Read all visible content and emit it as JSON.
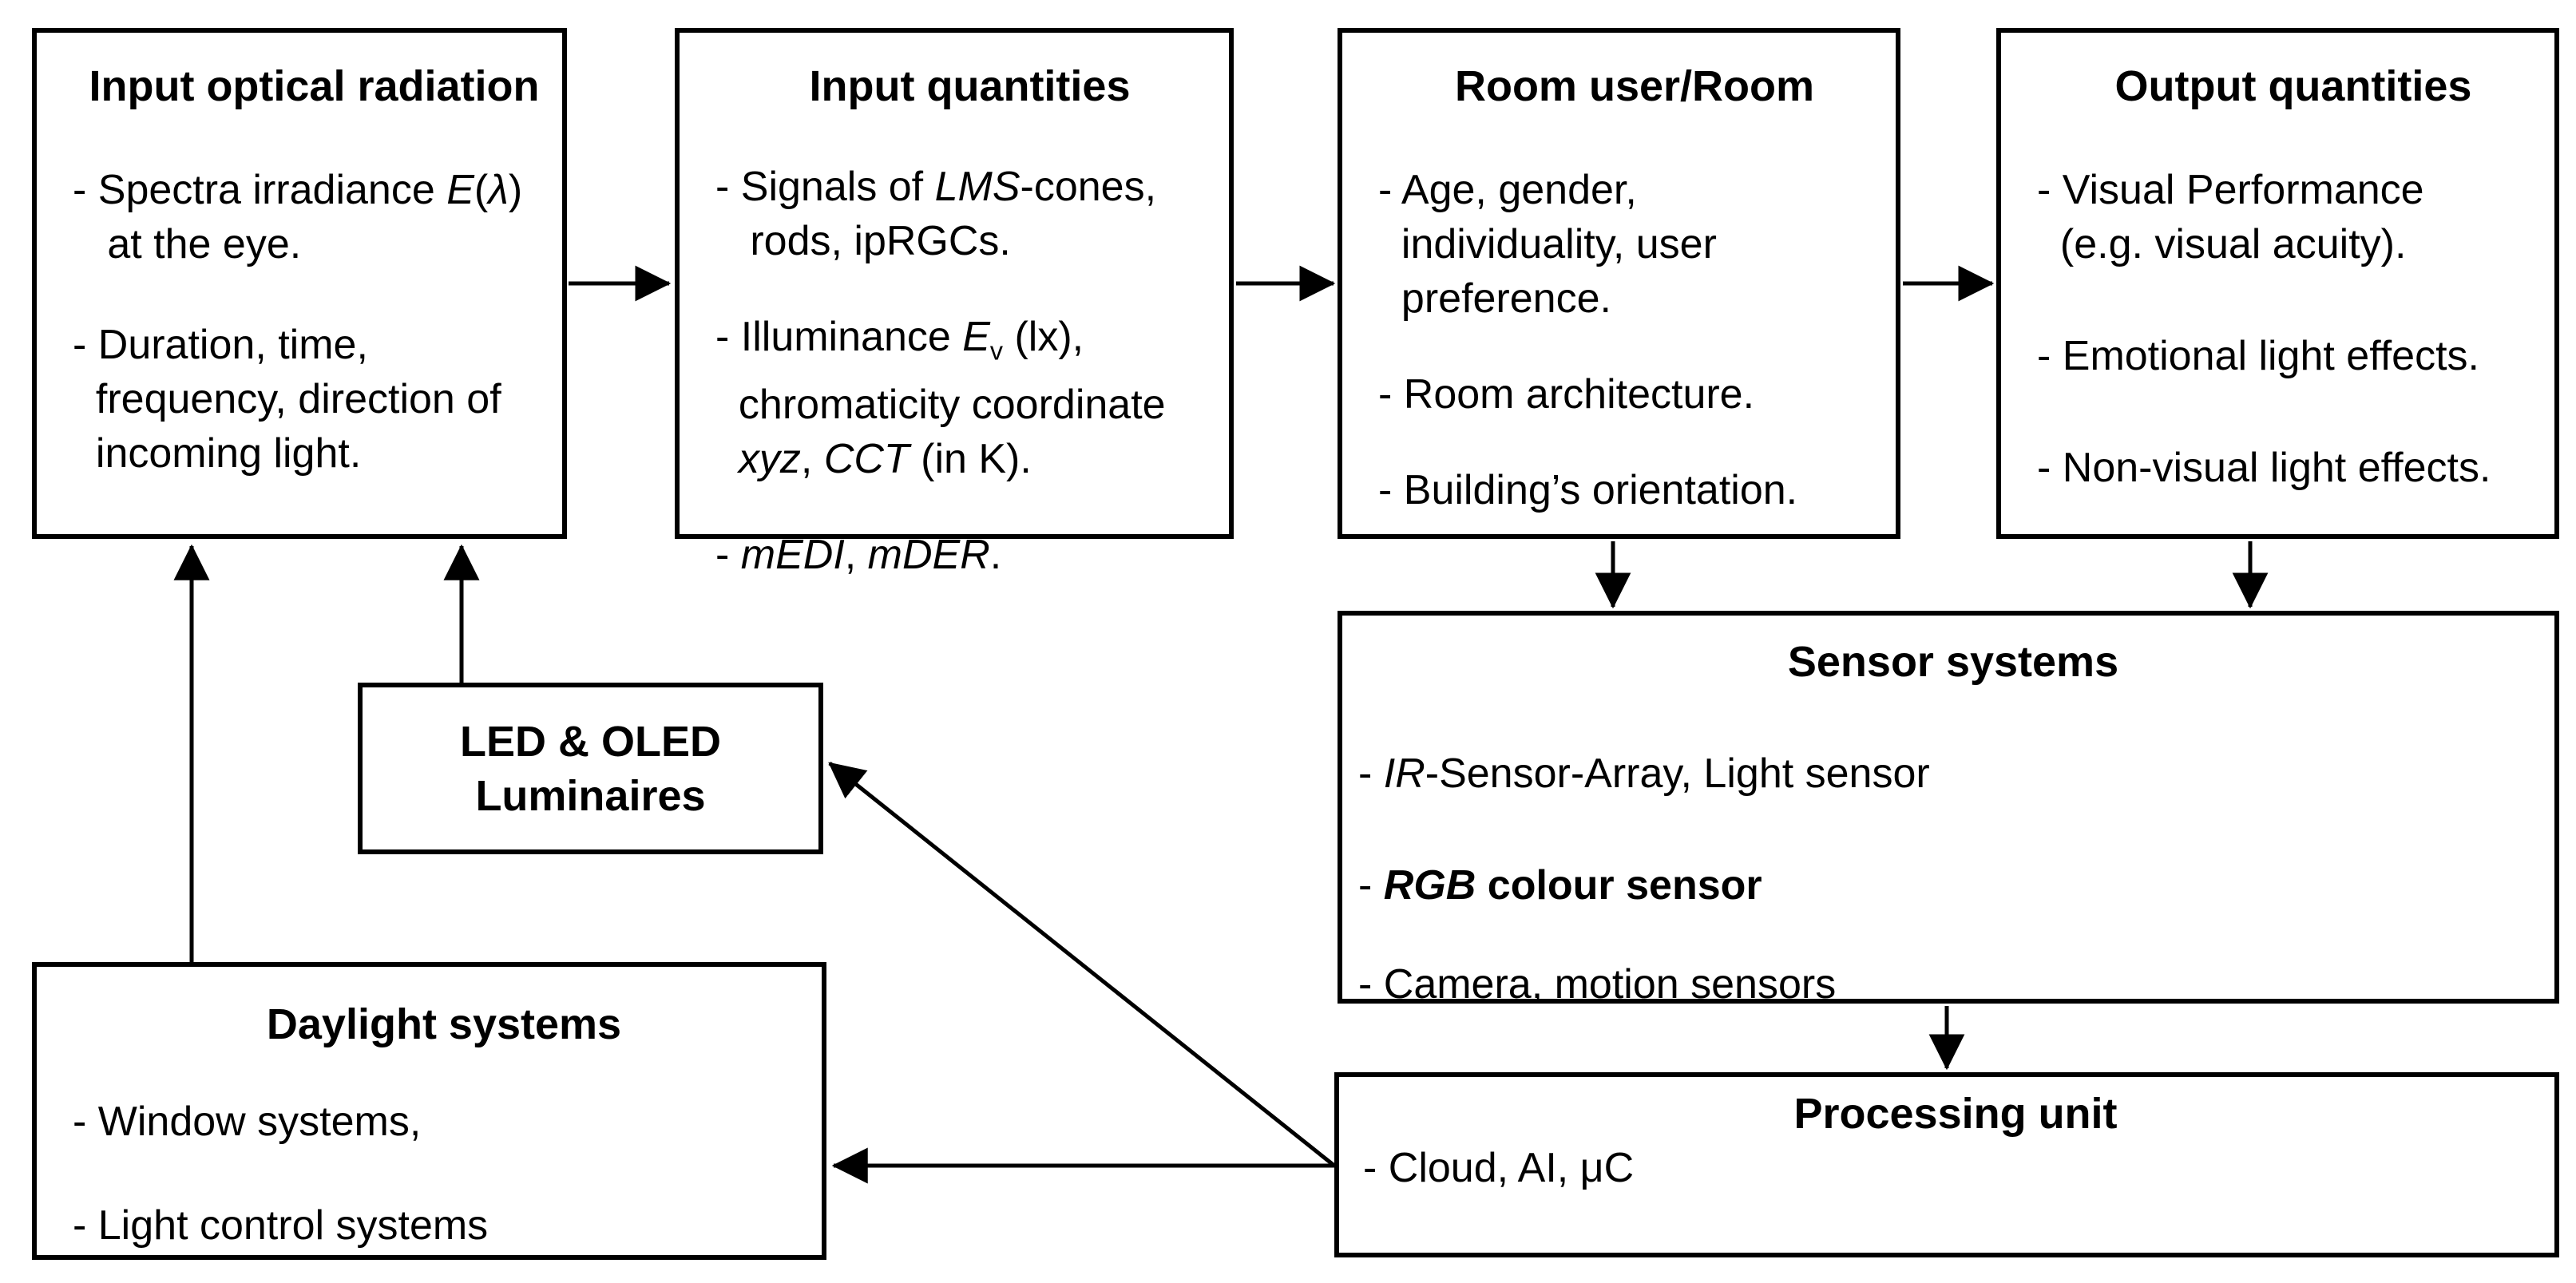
{
  "colors": {
    "background": "#ffffff",
    "line": "#000000",
    "text": "#000000"
  },
  "boxes": {
    "input_optical": {
      "title": "Input optical radiation",
      "items": [
        [
          {
            "t": "- Spectra irradiance "
          },
          {
            "t": "E",
            "i": true
          },
          {
            "t": "("
          },
          {
            "t": "λ",
            "i": true
          },
          {
            "t": ")\n   at the eye."
          }
        ],
        [
          {
            "t": "- Duration, time,\n  frequency, direction of\n  incoming light."
          }
        ]
      ]
    },
    "input_quantities": {
      "title": "Input quantities",
      "items": [
        [
          {
            "t": "- Signals of "
          },
          {
            "t": "LMS",
            "i": true
          },
          {
            "t": "-cones,\n   rods, ipRGCs."
          }
        ],
        [
          {
            "t": "- Illuminance "
          },
          {
            "t": "E",
            "i": true
          },
          {
            "t": "v",
            "sub": true
          },
          {
            "t": " (lx),\n  chromaticity coordinate\n  "
          },
          {
            "t": "xyz",
            "i": true
          },
          {
            "t": ", "
          },
          {
            "t": "CCT",
            "i": true
          },
          {
            "t": " (in K)."
          }
        ],
        [
          {
            "t": "- "
          },
          {
            "t": "mEDI",
            "i": true
          },
          {
            "t": ", "
          },
          {
            "t": "mDER",
            "i": true
          },
          {
            "t": "."
          }
        ]
      ]
    },
    "room_user": {
      "title": "Room user/Room",
      "items": [
        [
          {
            "t": "- Age, gender,\n  individuality, user\n  preference."
          }
        ],
        [
          {
            "t": "- Room architecture."
          }
        ],
        [
          {
            "t": "- Building’s orientation."
          }
        ]
      ]
    },
    "output_quantities": {
      "title": "Output quantities",
      "items": [
        [
          {
            "t": "- Visual Performance\n  (e.g. visual acuity)."
          }
        ],
        [
          {
            "t": "- Emotional light effects."
          }
        ],
        [
          {
            "t": "- Non-visual light effects."
          }
        ]
      ]
    },
    "led_luminaires": {
      "title": "LED & OLED\nLuminaires"
    },
    "sensor_systems": {
      "title": "Sensor systems",
      "items": [
        [
          {
            "t": "- "
          },
          {
            "t": "IR",
            "i": true
          },
          {
            "t": "-Sensor-Array, Light sensor"
          }
        ],
        [
          {
            "t": "- "
          },
          {
            "t": "RGB",
            "b": true,
            "i": true
          },
          {
            "t": " colour sensor",
            "b": true
          }
        ],
        [
          {
            "t": "- Camera, motion sensors"
          }
        ]
      ]
    },
    "daylight_systems": {
      "title": "Daylight systems",
      "items": [
        [
          {
            "t": "- Window systems,"
          }
        ],
        [
          {
            "t": "- Light control systems"
          }
        ]
      ]
    },
    "processing_unit": {
      "title": "Processing unit",
      "items": [
        [
          {
            "t": "- Cloud, AI, μC"
          }
        ]
      ]
    }
  }
}
